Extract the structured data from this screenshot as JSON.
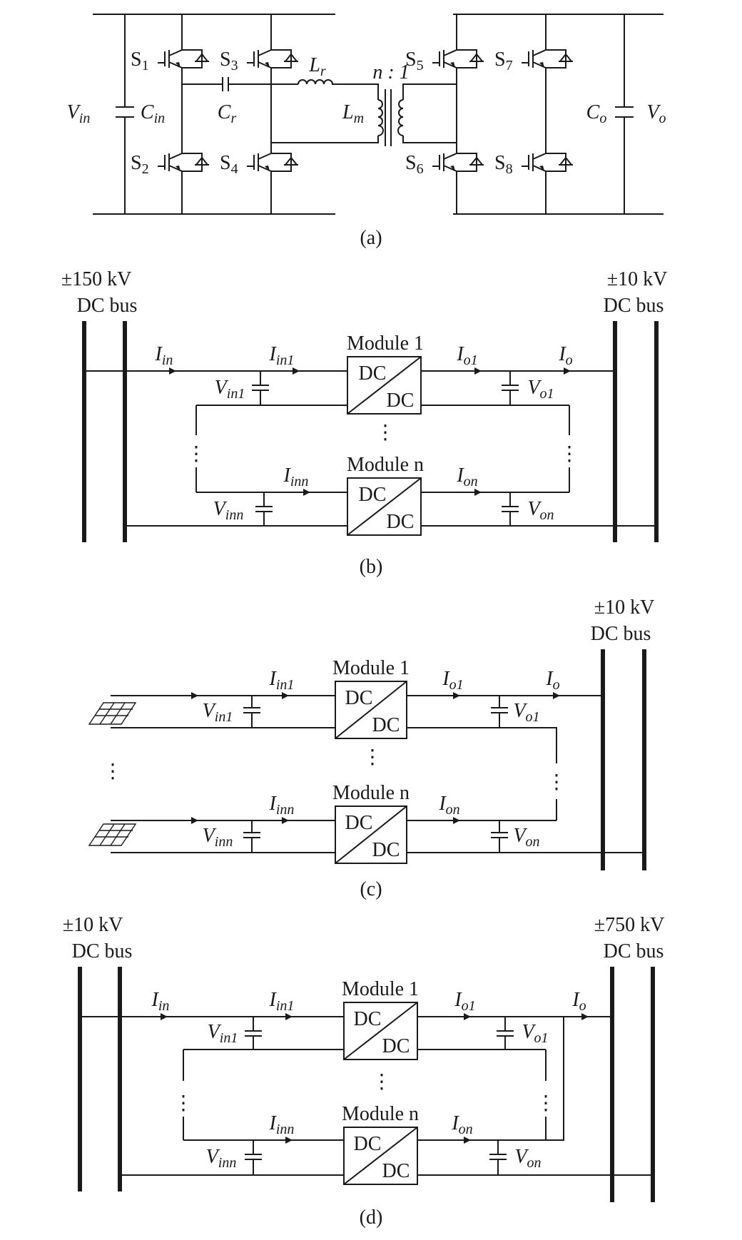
{
  "subfigures": [
    {
      "caption": "(a)",
      "labels": {
        "vin": "V",
        "vin_sub": "in",
        "cin": "C",
        "cin_sub": "in",
        "cr": "C",
        "cr_sub": "r",
        "lr": "L",
        "lr_sub": "r",
        "lm": "L",
        "lm_sub": "m",
        "ratio": "n : 1",
        "co": "C",
        "co_sub": "o",
        "vo": "V",
        "vo_sub": "o"
      },
      "switches": [
        {
          "name": "S",
          "sub": "1"
        },
        {
          "name": "S",
          "sub": "2"
        },
        {
          "name": "S",
          "sub": "3"
        },
        {
          "name": "S",
          "sub": "4"
        },
        {
          "name": "S",
          "sub": "5"
        },
        {
          "name": "S",
          "sub": "6"
        },
        {
          "name": "S",
          "sub": "7"
        },
        {
          "name": "S",
          "sub": "8"
        }
      ]
    },
    {
      "caption": "(b)",
      "bus_left": {
        "line1": "±150 kV",
        "line2": "DC bus"
      },
      "bus_right": {
        "line1": "±10 kV",
        "line2": "DC bus"
      },
      "module1": {
        "title": "Module 1",
        "top": "DC",
        "bottom": "DC"
      },
      "modulen": {
        "title": "Module n",
        "top": "DC",
        "bottom": "DC"
      },
      "currents": {
        "iin": "I",
        "iin_sub": "in",
        "iin1": "I",
        "iin1_sub": "in1",
        "iinn": "I",
        "iinn_sub": "inn",
        "io1": "I",
        "io1_sub": "o1",
        "ion": "I",
        "ion_sub": "on",
        "io": "I",
        "io_sub": "o"
      },
      "voltages": {
        "vin1": "V",
        "vin1_sub": "in1",
        "vinn": "V",
        "vinn_sub": "inn",
        "vo1": "V",
        "vo1_sub": "o1",
        "von": "V",
        "von_sub": "on"
      },
      "dots": "⋮"
    },
    {
      "caption": "(c)",
      "bus_right": {
        "line1": "±10 kV",
        "line2": "DC bus"
      },
      "module1": {
        "title": "Module 1",
        "top": "DC",
        "bottom": "DC"
      },
      "modulen": {
        "title": "Module n",
        "top": "DC",
        "bottom": "DC"
      },
      "currents": {
        "iin1": "I",
        "iin1_sub": "in1",
        "iinn": "I",
        "iinn_sub": "inn",
        "io1": "I",
        "io1_sub": "o1",
        "ion": "I",
        "ion_sub": "on",
        "io": "I",
        "io_sub": "o"
      },
      "voltages": {
        "vin1": "V",
        "vin1_sub": "in1",
        "vinn": "V",
        "vinn_sub": "inn",
        "vo1": "V",
        "vo1_sub": "o1",
        "von": "V",
        "von_sub": "on"
      },
      "dots": "⋮"
    },
    {
      "caption": "(d)",
      "bus_left": {
        "line1": "±10 kV",
        "line2": "DC bus"
      },
      "bus_right": {
        "line1": "±750 kV",
        "line2": "DC bus"
      },
      "module1": {
        "title": "Module 1",
        "top": "DC",
        "bottom": "DC"
      },
      "modulen": {
        "title": "Module n",
        "top": "DC",
        "bottom": "DC"
      },
      "currents": {
        "iin": "I",
        "iin_sub": "in",
        "iin1": "I",
        "iin1_sub": "in1",
        "iinn": "I",
        "iinn_sub": "inn",
        "io1": "I",
        "io1_sub": "o1",
        "ion": "I",
        "ion_sub": "on",
        "io": "I",
        "io_sub": "o"
      },
      "voltages": {
        "vin1": "V",
        "vin1_sub": "in1",
        "vinn": "V",
        "vinn_sub": "inn",
        "vo1": "V",
        "vo1_sub": "o1",
        "von": "V",
        "von_sub": "on"
      },
      "dots": "⋮"
    }
  ],
  "colors": {
    "ink": "#1a1a1a",
    "background": "#ffffff"
  }
}
